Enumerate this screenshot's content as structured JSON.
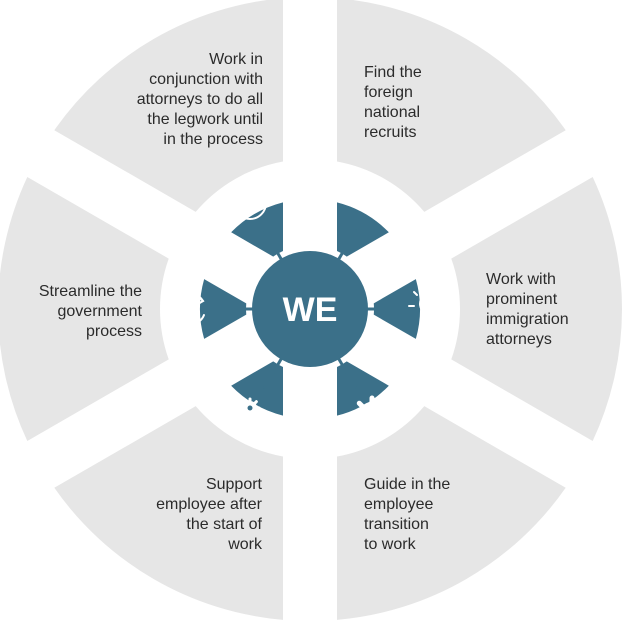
{
  "center": {
    "label": "WE"
  },
  "colors": {
    "segment": "#e6e6e6",
    "accent": "#3b7089",
    "icon": "#ffffff",
    "text": "#2b2b2b"
  },
  "segments": [
    {
      "text": "Work in\nconjunction with\nattorneys to do all\nthe legwork until\nin the process",
      "icon": "target-icon"
    },
    {
      "text": "Find the\nforeign\nnational\nrecruits",
      "icon": "magnifier-icon"
    },
    {
      "text": "Work with\nprominent\nimmigration\nattorneys",
      "icon": "lightbulb-icon"
    },
    {
      "text": "Guide in the\nemployee\ntransition\nto work",
      "icon": "gear-icon"
    },
    {
      "text": "Support\nemployee after\nthe start of\nwork",
      "icon": "hand-gear-icon"
    },
    {
      "text": "Streamline the\ngovernment\nprocess",
      "icon": "cycle-icon"
    }
  ]
}
